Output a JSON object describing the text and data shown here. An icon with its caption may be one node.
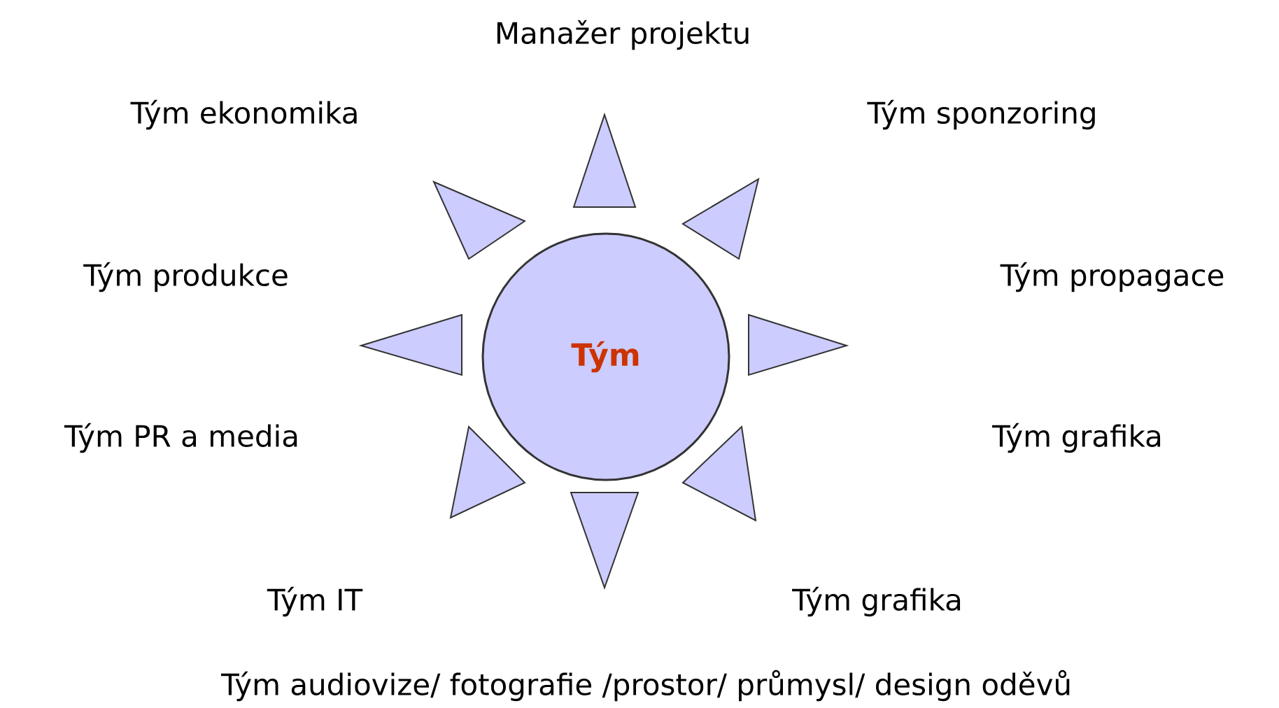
{
  "diagram": {
    "nodes": [
      {
        "text": [
          "Tým"
        ]
      }
    ],
    "labels": [
      "Manažer projektu",
      "Tým ekonomika",
      "Tým sponzoring",
      "Tým produkce",
      "Tým propagace",
      "Tým PR a media",
      "Tým grafika",
      "Tým IT",
      "Tým grafika",
      "Tým audiovize/ fotografie /prostor/ průmysl/ design oděvů"
    ]
  }
}
